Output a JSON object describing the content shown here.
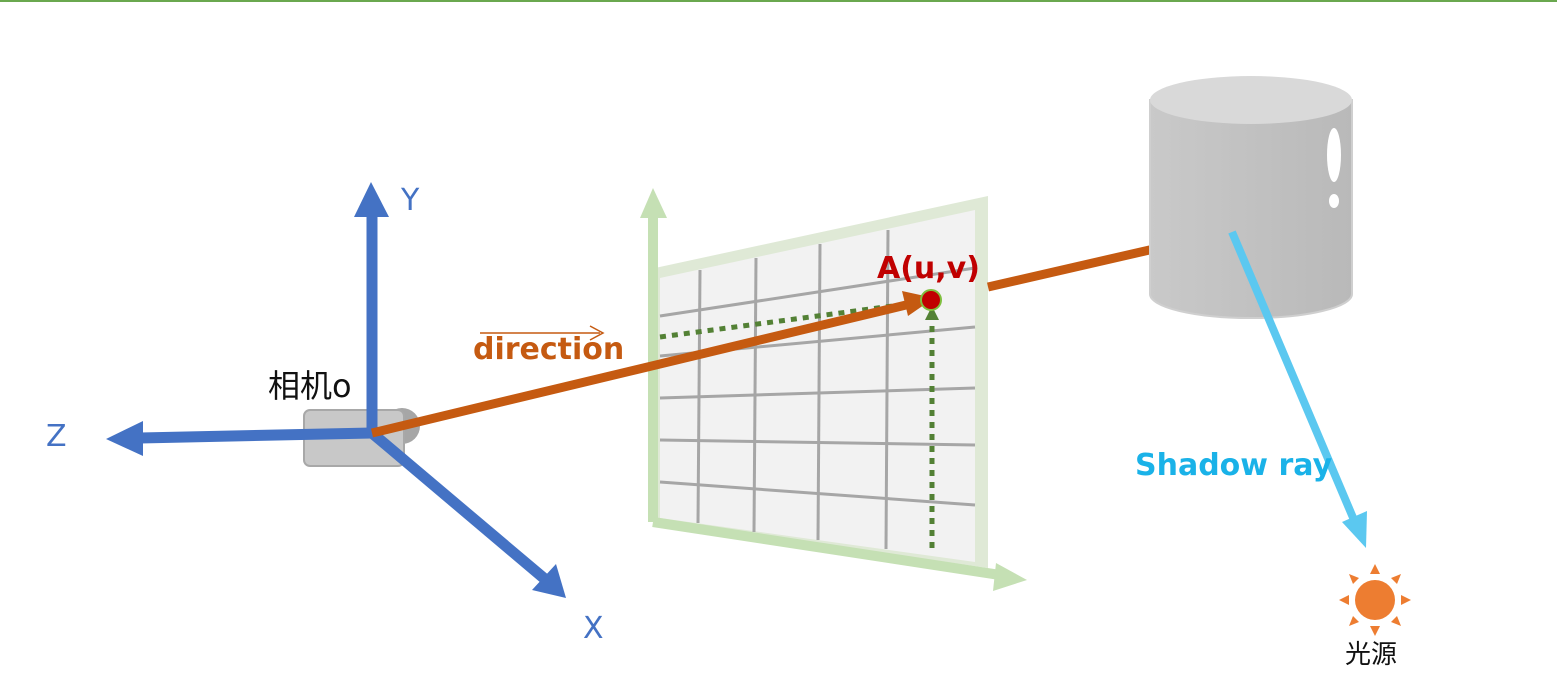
{
  "labels": {
    "axis_y": "Y",
    "axis_z": "Z",
    "axis_x": "X",
    "camera": "相机o",
    "direction": "direction",
    "point_a": "A(u,v)",
    "shadow_ray": "Shadow ray",
    "light_source": "光源"
  },
  "colors": {
    "axis": "#4472c4",
    "primary_ray": "#c55a11",
    "point": "#c00000",
    "shadow_ray": "#5bc8f0",
    "plane_axes": "#c5e0b4",
    "projection": "#538135",
    "object": "#bfbfbf",
    "light": "#ed7d31"
  },
  "icons": [
    "camera-icon",
    "image-plane-grid",
    "cylinder-object",
    "sun-icon"
  ]
}
